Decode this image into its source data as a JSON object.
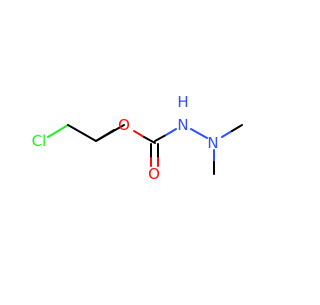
{
  "molecule": {
    "colors": {
      "carbon_bond": "#000000",
      "oxygen": "#ff0d0d",
      "nitrogen": "#3050f8",
      "chlorine": "#1ff01f"
    },
    "atoms": {
      "cl": "Cl",
      "o_ester": "O",
      "o_carbonyl": "O",
      "n_amide": "N",
      "h_amide": "H",
      "n_dimethyl": "N"
    }
  }
}
